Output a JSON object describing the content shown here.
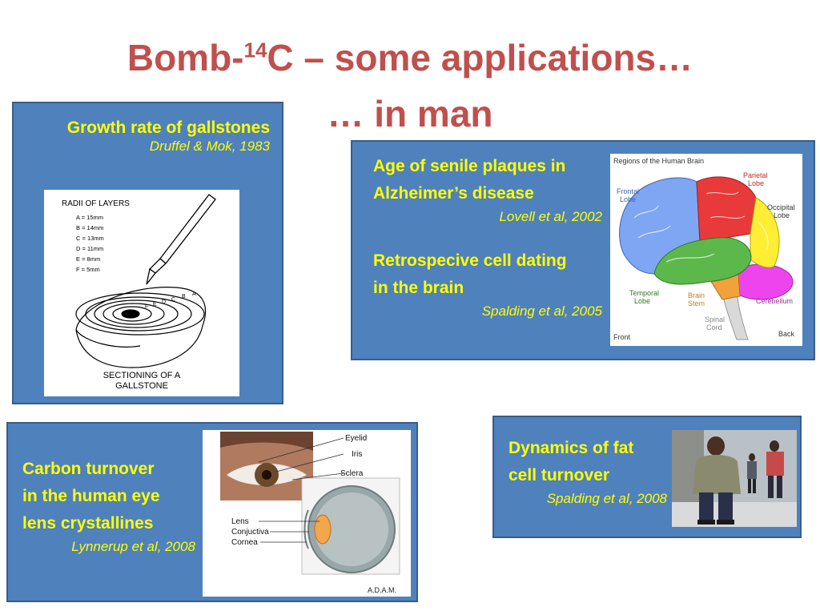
{
  "title": {
    "line1_prefix": "Bomb-",
    "superscript": "14",
    "line1_suffix": "C – some applications…",
    "line2": "… in man"
  },
  "panels": {
    "gallstones": {
      "heading": "Growth rate of gallstones",
      "citation": "Druffel  & Mok, 1983",
      "figure": {
        "radii_title": "RADII OF LAYERS",
        "radii": [
          "A = 15mm",
          "B = 14mm",
          "C = 13mm",
          "D = 11mm",
          "E = 8mm",
          "F = 5mm"
        ],
        "layer_letters": [
          "F",
          "E",
          "D",
          "C",
          "B",
          "A"
        ],
        "caption_line1": "SECTIONING OF A",
        "caption_line2": "GALLSTONE"
      }
    },
    "brain": {
      "heading1_line1": "Age of senile plaques in",
      "heading1_line2": "Alzheimer’s disease",
      "citation1": "Lovell et al, 2002",
      "heading2_line1": "Retrospecive cell dating",
      "heading2_line2": "in the brain",
      "citation2": "Spalding et al, 2005",
      "figure": {
        "title": "Regions of the Human Brain",
        "frontal": [
          "Frontal",
          "Lobe"
        ],
        "parietal": [
          "Parietal",
          "Lobe"
        ],
        "occipital": [
          "Occipital",
          "Lobe"
        ],
        "temporal": [
          "Temporal",
          "Lobe"
        ],
        "brainstem": [
          "Brain",
          "Stem"
        ],
        "cerebellum": "Cerebellum",
        "spinal": [
          "Spinal",
          "Cord"
        ],
        "front": "Front",
        "back": "Back"
      }
    },
    "eye": {
      "heading_line1": "Carbon turnover",
      "heading_line2": "in the human eye",
      "heading_line3": "lens crystallines",
      "citation": "Lynnerup et al, 2008",
      "figure": {
        "eyelid": "Eyelid",
        "iris": "Iris",
        "sclera": "Sclera",
        "lens": "Lens",
        "conjuctiva": "Conjuctiva",
        "cornea": "Cornea",
        "brand": "A.D.A.M."
      }
    },
    "fat": {
      "heading_line1": "Dynamics of fat",
      "heading_line2": "cell turnover",
      "citation": "Spalding et al, 2008"
    }
  },
  "colors": {
    "title": "#c0504d",
    "panel_fill": "#4f81bd",
    "panel_border": "#385d8a",
    "panel_text": "#ffff00"
  }
}
